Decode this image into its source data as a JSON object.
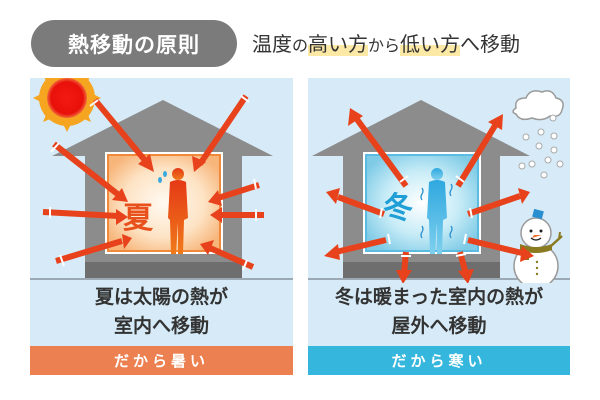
{
  "header": {
    "title": "熱移動の原則",
    "subtitle_parts": [
      {
        "text": "温度",
        "style": "normal"
      },
      {
        "text": "の",
        "style": "small"
      },
      {
        "text": "高い方",
        "style": "highlight"
      },
      {
        "text": "から",
        "style": "small"
      },
      {
        "text": "低い方",
        "style": "highlight"
      },
      {
        "text": "へ移動",
        "style": "normal"
      }
    ]
  },
  "colors": {
    "pill": "#7b7b7b",
    "highlight": "#fde9a6",
    "panel_bg": "#d6ebf7",
    "house_gray": "#8c8c8c",
    "arrow_red": "#e8421c",
    "summer_band": "#ec8050",
    "winter_band": "#34b6dd"
  },
  "panels": [
    {
      "season": "summer",
      "season_glyph": "夏",
      "caption_line1": "夏は太陽の熱が",
      "caption_line2": "室内へ移動",
      "band_label": "だから暑い",
      "arrow_direction": "inward",
      "icons": [
        "sun-icon",
        "sweat-drop-icon",
        "person-icon"
      ]
    },
    {
      "season": "winter",
      "season_glyph": "冬",
      "caption_line1": "冬は暖まった室内の熱が",
      "caption_line2": "屋外へ移動",
      "band_label": "だから寒い",
      "arrow_direction": "outward",
      "icons": [
        "cloud-icon",
        "snow-icon",
        "snowman-icon",
        "person-icon"
      ]
    }
  ]
}
